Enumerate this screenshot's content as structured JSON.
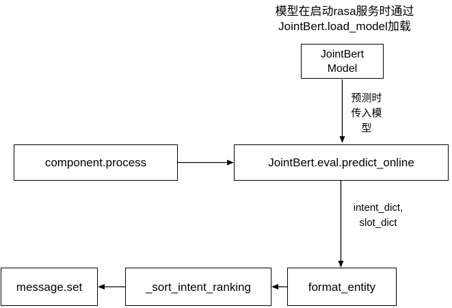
{
  "diagram": {
    "top_note": {
      "line1": "模型在启动rasa服务时通过",
      "line2": "JointBert.load_model加载"
    },
    "edge_labels": {
      "predict": {
        "line1": "预测时",
        "line2": "传入模",
        "line3": "型"
      },
      "intent": {
        "line1": "intent_dict,",
        "line2": "slot_dict"
      }
    },
    "nodes": {
      "jointbert_model": {
        "line1": "JointBert",
        "line2": "Model"
      },
      "component_process": {
        "label": "component.process"
      },
      "predict_online": {
        "label": "JointBert.eval.predict_online"
      },
      "format_entity": {
        "label": "format_entity"
      },
      "sort_intent_ranking": {
        "label": "_sort_intent_ranking"
      },
      "message_set": {
        "label": "message.set"
      }
    },
    "colors": {
      "stroke": "#000000",
      "background": "#ffffff",
      "text": "#000000"
    }
  }
}
